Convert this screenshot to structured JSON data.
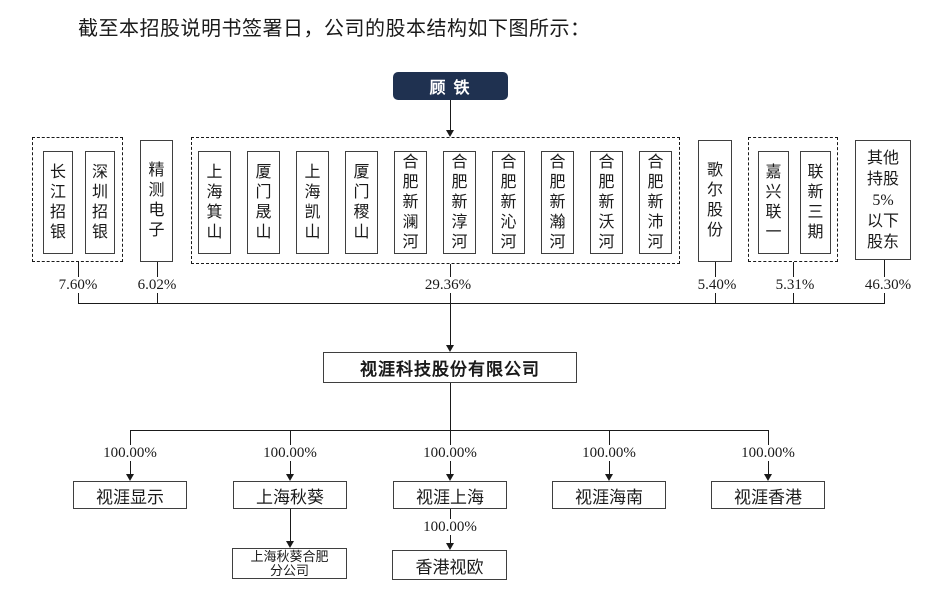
{
  "title": "截至本招股说明书签署日，公司的股本结构如下图所示：",
  "accent_color": "#1f3150",
  "line_color": "#1a1a1a",
  "controller": {
    "name": "顾 铁"
  },
  "shareholder_groups": [
    {
      "type": "dashed-group",
      "percent": "7.60%",
      "members": [
        "长江招银",
        "深圳招银"
      ]
    },
    {
      "type": "single",
      "percent": "6.02%",
      "members": [
        "精测电子"
      ]
    },
    {
      "type": "dashed-group",
      "percent": "29.36%",
      "members": [
        "上海箕山",
        "厦门晟山",
        "上海凯山",
        "厦门稷山",
        "合肥新澜河",
        "合肥新淳河",
        "合肥新沁河",
        "合肥新瀚河",
        "合肥新沃河",
        "合肥新沛河"
      ]
    },
    {
      "type": "single",
      "percent": "5.40%",
      "members": [
        "歌尔股份"
      ]
    },
    {
      "type": "dashed-group",
      "percent": "5.31%",
      "members": [
        "嘉兴联一",
        "联新三期"
      ]
    },
    {
      "type": "single",
      "percent": "46.30%",
      "members": [
        "其他持股5%以下股东"
      ],
      "display": "其他\n持股\n5%\n以下\n股东"
    }
  ],
  "company": {
    "name": "视涯科技股份有限公司"
  },
  "subsidiaries": [
    {
      "name": "视涯显示",
      "percent": "100.00%"
    },
    {
      "name": "上海秋葵",
      "percent": "100.00%"
    },
    {
      "name": "视涯上海",
      "percent": "100.00%"
    },
    {
      "name": "视涯海南",
      "percent": "100.00%"
    },
    {
      "name": "视涯香港",
      "percent": "100.00%"
    }
  ],
  "sub_subsidiaries": [
    {
      "parent": "上海秋葵",
      "name": "上海秋葵合肥分公司",
      "display": "上海秋葵合肥\n分公司",
      "percent": ""
    },
    {
      "parent": "视涯上海",
      "name": "香港视欧",
      "percent": "100.00%"
    }
  ]
}
